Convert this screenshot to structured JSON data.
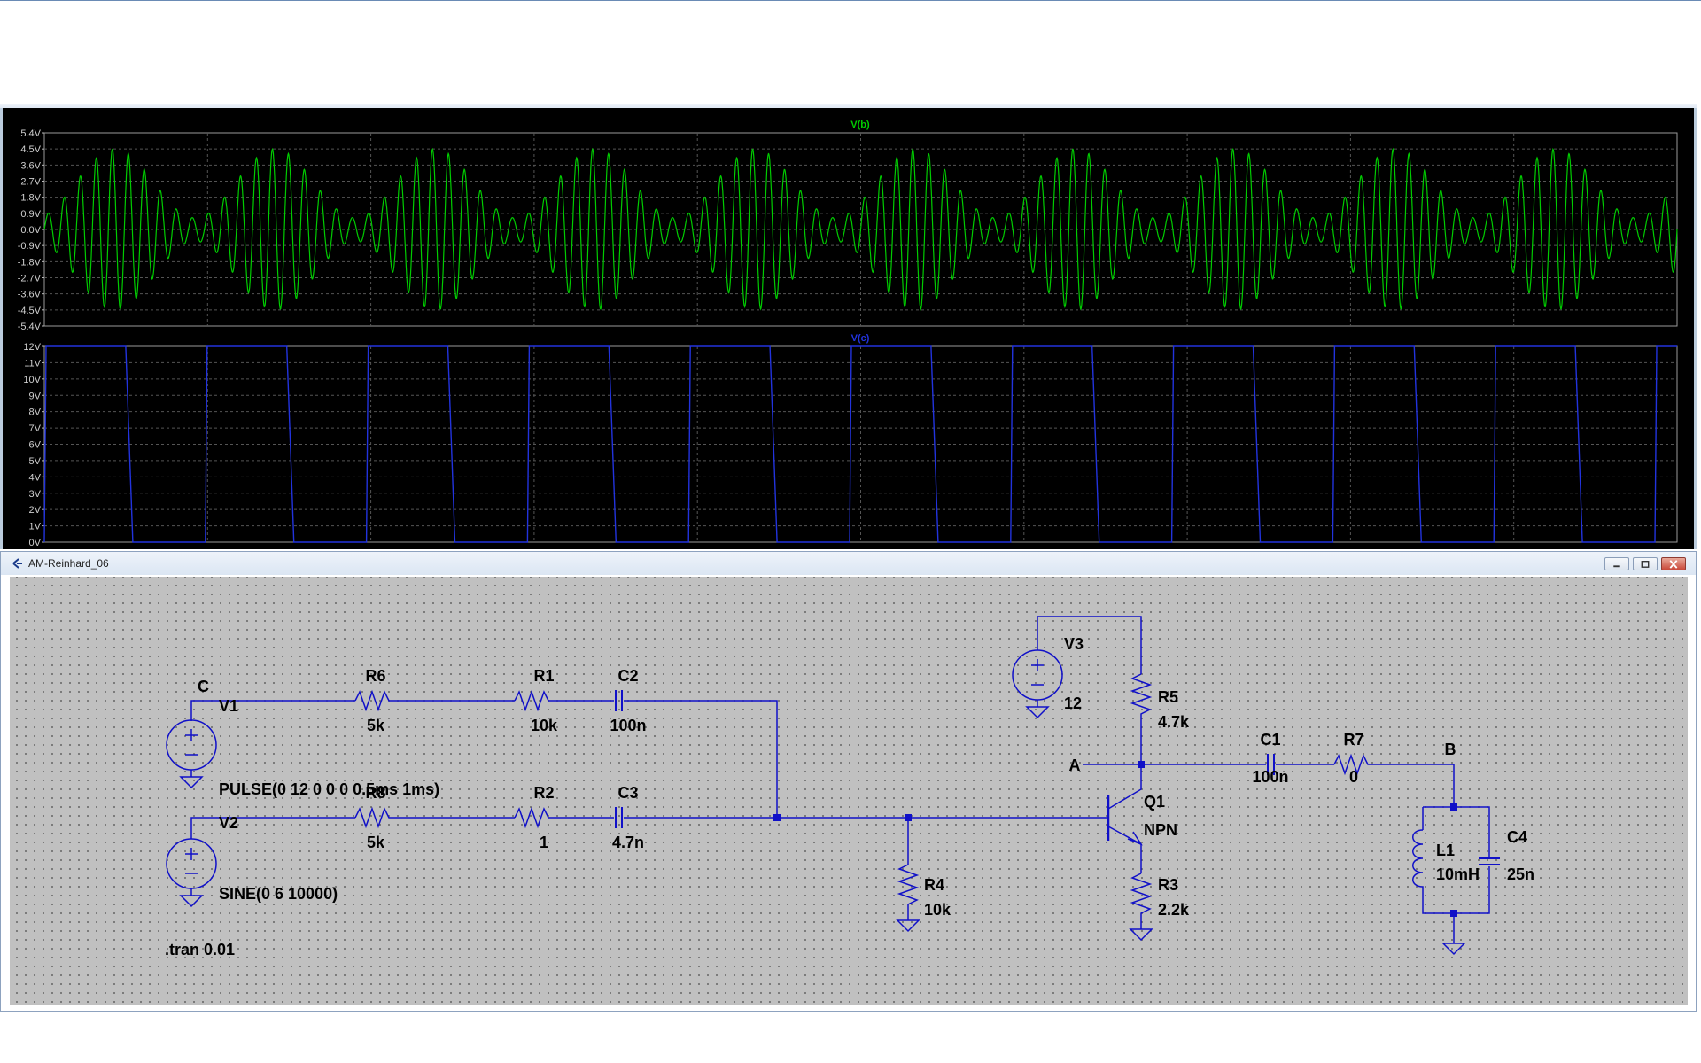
{
  "waveform_window": {
    "title": "AM-Reinhard_06",
    "pane_top": {
      "trace_label": "V(b)",
      "trace_color": "#00cc00",
      "y_ticks": [
        "5.4V",
        "4.5V",
        "3.6V",
        "2.7V",
        "1.8V",
        "0.9V",
        "0.0V",
        "-0.9V",
        "-1.8V",
        "-2.7V",
        "-3.6V",
        "-4.5V",
        "-5.4V"
      ]
    },
    "pane_bottom": {
      "trace_label": "V(c)",
      "trace_color": "#2233dd",
      "y_ticks": [
        "12V",
        "11V",
        "10V",
        "9V",
        "8V",
        "7V",
        "6V",
        "5V",
        "4V",
        "3V",
        "2V",
        "1V",
        "0V"
      ]
    }
  },
  "schematic_window": {
    "title": "AM-Reinhard_06",
    "components": {
      "V1": {
        "name": "V1",
        "value": "PULSE(0 12 0 0 0 0.5ms 1ms)"
      },
      "V2": {
        "name": "V2",
        "value": "SINE(0 6 10000)"
      },
      "V3": {
        "name": "V3",
        "value": "12"
      },
      "R6": {
        "name": "R6",
        "value": "5k"
      },
      "R1": {
        "name": "R1",
        "value": "10k"
      },
      "C2": {
        "name": "C2",
        "value": "100n"
      },
      "R8": {
        "name": "R8",
        "value": "5k"
      },
      "R2": {
        "name": "R2",
        "value": "1"
      },
      "C3": {
        "name": "C3",
        "value": "4.7n"
      },
      "R4": {
        "name": "R4",
        "value": "10k"
      },
      "R5": {
        "name": "R5",
        "value": "4.7k"
      },
      "Q1": {
        "name": "Q1",
        "value": "NPN"
      },
      "R3": {
        "name": "R3",
        "value": "2.2k"
      },
      "C1": {
        "name": "C1",
        "value": "100n"
      },
      "R7": {
        "name": "R7",
        "value": "0"
      },
      "L1": {
        "name": "L1",
        "value": "10mH"
      },
      "C4": {
        "name": "C4",
        "value": "25n"
      }
    },
    "net_labels": {
      "c": "C",
      "a": "A",
      "b": "B"
    },
    "directive": ".tran 0.01",
    "wire_color": "#1010c8"
  }
}
